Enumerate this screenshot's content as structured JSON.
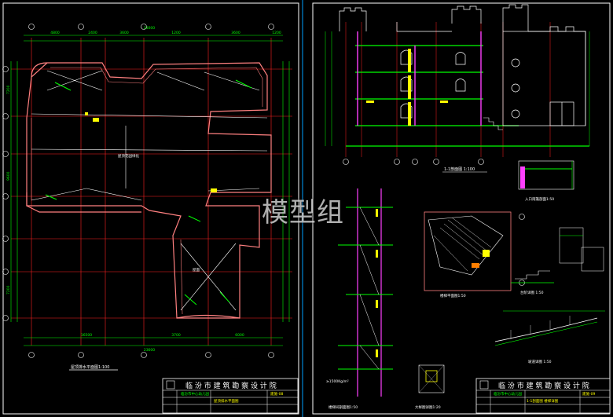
{
  "colors": {
    "background": "#000000",
    "frame": "#ffffff",
    "outline": "#ff8080",
    "grid": "#ff2020",
    "dimension": "#00ff00",
    "section": "#ff40ff",
    "accent": "#ffff00",
    "cyan": "#00ffff"
  },
  "left_sheet": {
    "plan_title": "屋顶排水平面图1:100",
    "main_area_label": "屋顶花园绿化",
    "small_area_label": "屋面",
    "top_dims": [
      "4800",
      "2400",
      "3600",
      "1200",
      "3600",
      "1200"
    ],
    "top_total": "23000",
    "bottom_dims": [
      "16500",
      "3700",
      "6000"
    ],
    "bottom_total": "23600",
    "left_dims": [
      "7200",
      "9600",
      "7200"
    ],
    "title_block": {
      "company": "临 汾 市 建 筑 勘 察 设 计 院",
      "project": "临汾市中心幼儿园",
      "drawing": "屋顶排水平面图",
      "sheet_no": "建施-08"
    }
  },
  "right_sheet": {
    "section_title": "1-1剖面图 1:100",
    "detail_titles": [
      "入口雨篷剖面1:50",
      "台阶详图 1:50",
      "楼梯平面图1:50",
      "楼梯间剖面图1:50",
      "坡道详图 1:50",
      "大样图详图1:20"
    ],
    "note": "≥1500Kg/m²",
    "title_block": {
      "company": "临 汾 市 建 筑 勘 察 设 计 院",
      "project": "临汾市中心幼儿园",
      "drawing": "1-1剖面图 楼梯详图",
      "sheet_no": "建施-09"
    }
  },
  "watermark": "模型组"
}
